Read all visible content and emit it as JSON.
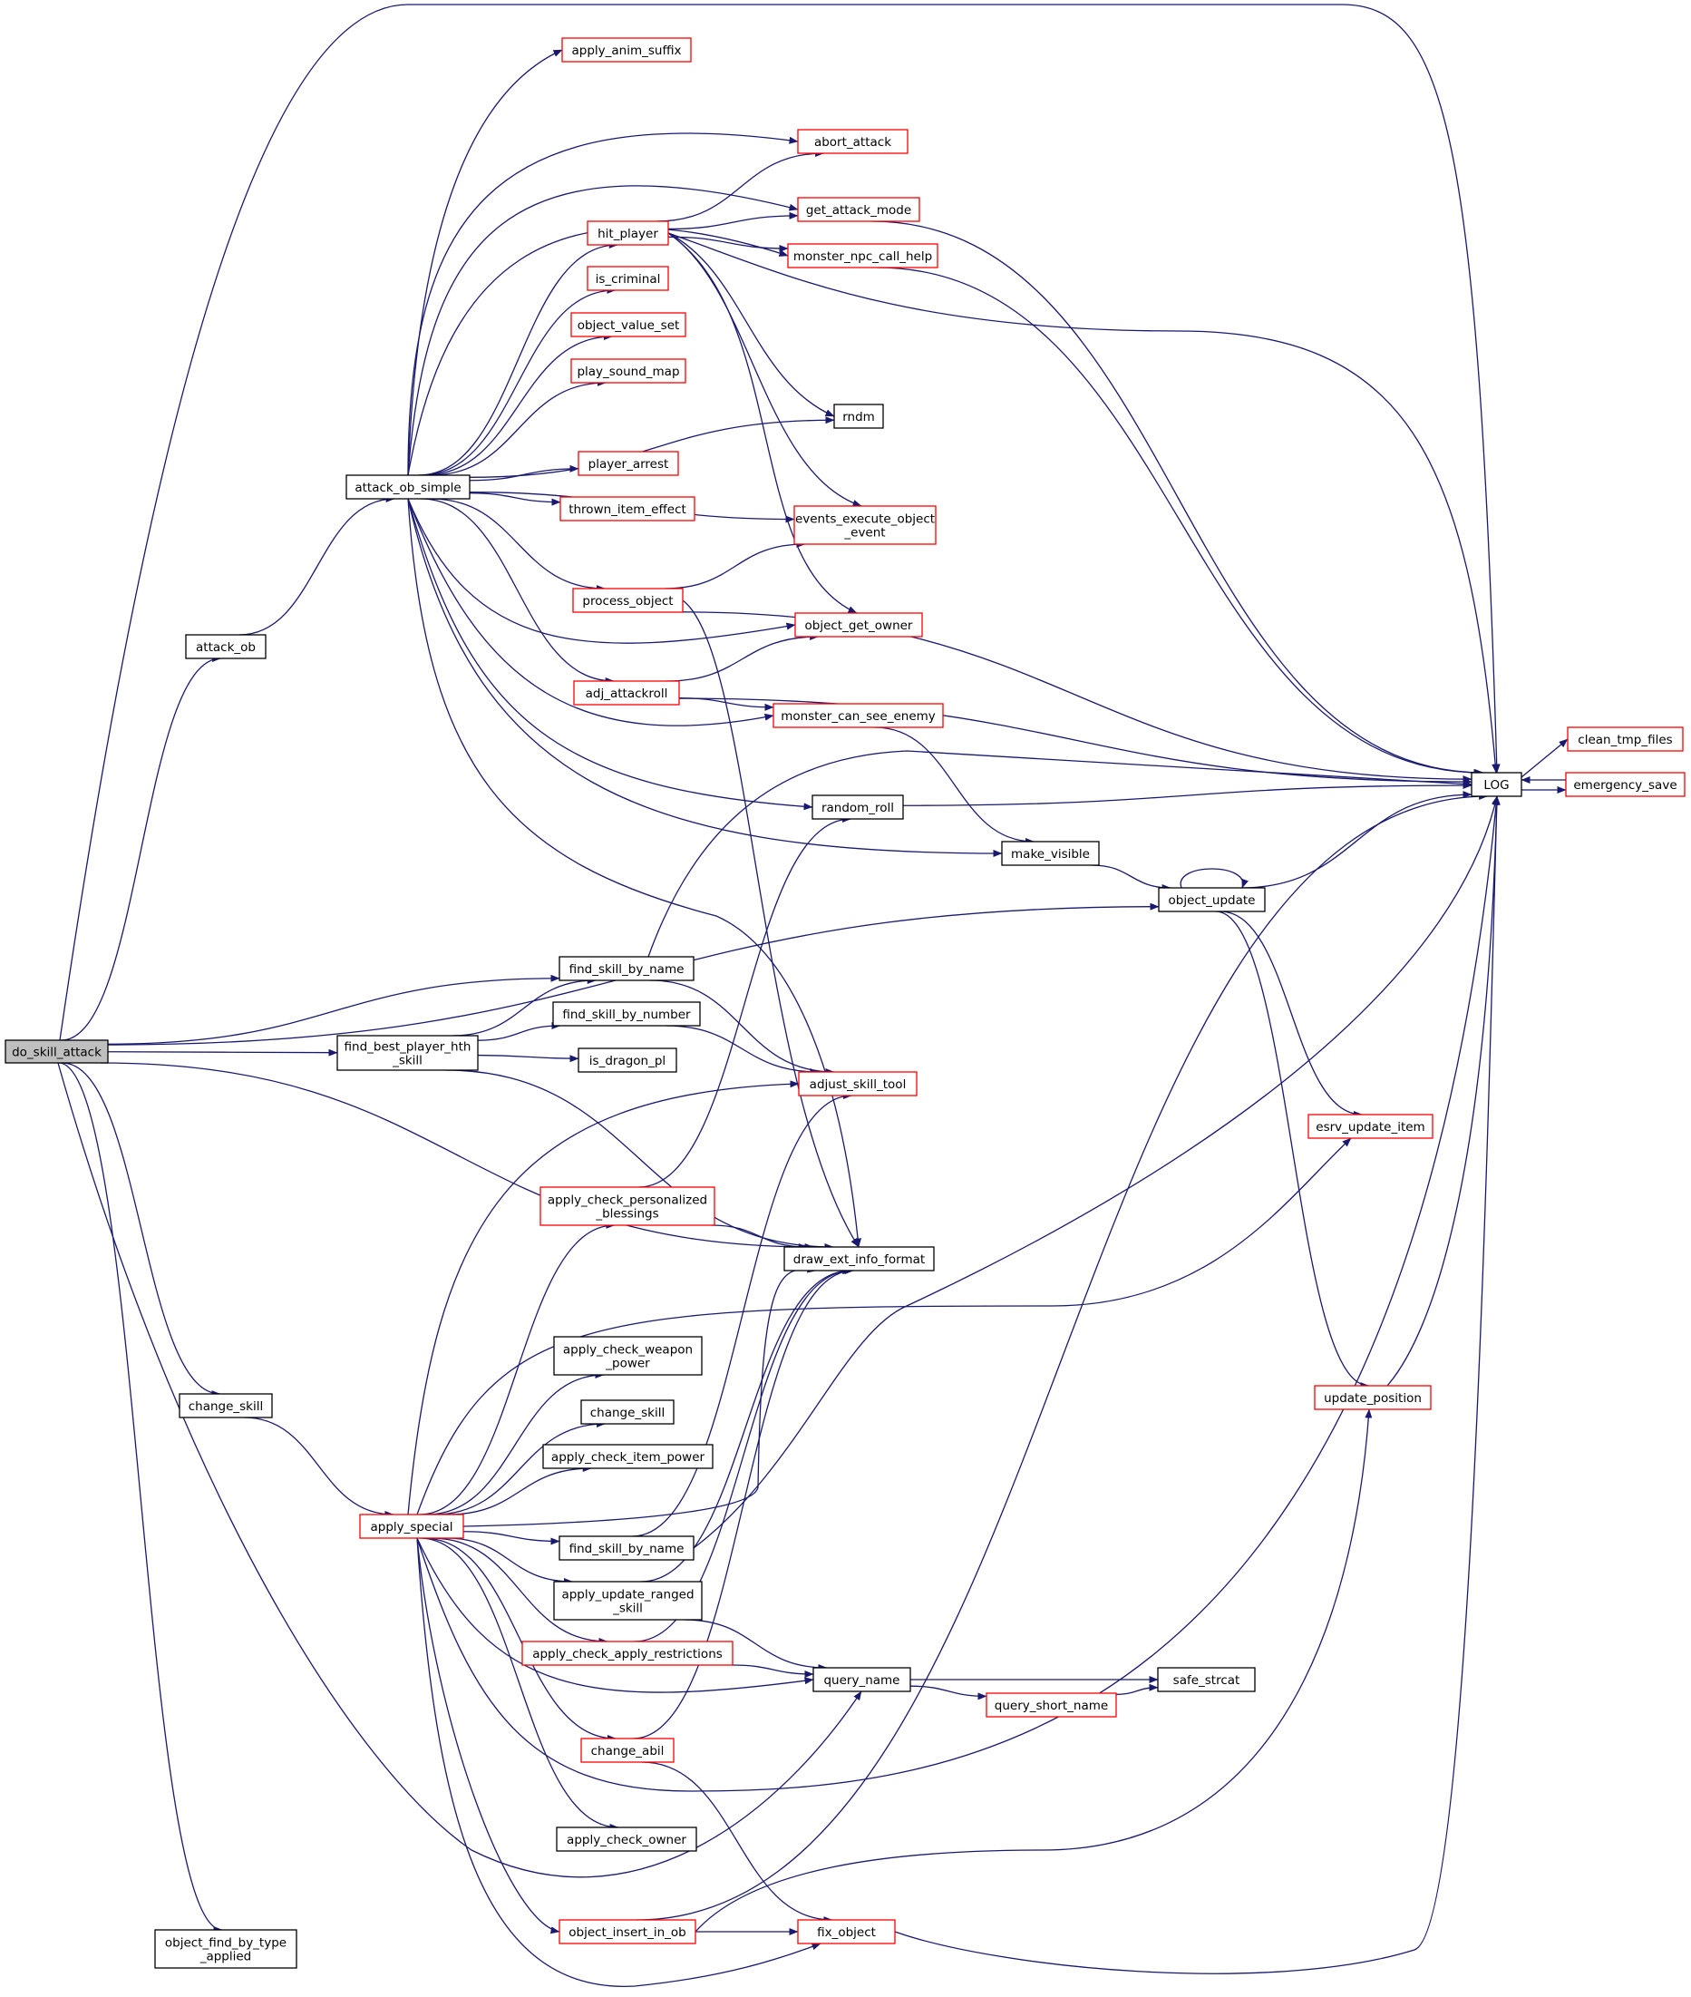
{
  "graph": {
    "root": "do_skill_attack",
    "colors": {
      "edge": "#191970",
      "node_border_documented": "#000000",
      "node_border_undocumented": "#ff0000",
      "root_fill": "#bfbfbf"
    },
    "nodes": [
      {
        "id": "do_skill_attack",
        "lines": [
          "do_skill_attack"
        ],
        "kind": "root"
      },
      {
        "id": "apply_anim_suffix",
        "lines": [
          "apply_anim_suffix"
        ],
        "kind": "red"
      },
      {
        "id": "abort_attack",
        "lines": [
          "abort_attack"
        ],
        "kind": "red"
      },
      {
        "id": "get_attack_mode",
        "lines": [
          "get_attack_mode"
        ],
        "kind": "red"
      },
      {
        "id": "hit_player",
        "lines": [
          "hit_player"
        ],
        "kind": "red"
      },
      {
        "id": "monster_npc_call_help",
        "lines": [
          "monster_npc_call_help"
        ],
        "kind": "red"
      },
      {
        "id": "is_criminal",
        "lines": [
          "is_criminal"
        ],
        "kind": "red"
      },
      {
        "id": "object_value_set",
        "lines": [
          "object_value_set"
        ],
        "kind": "red"
      },
      {
        "id": "play_sound_map",
        "lines": [
          "play_sound_map"
        ],
        "kind": "red"
      },
      {
        "id": "rndm",
        "lines": [
          "rndm"
        ],
        "kind": "black"
      },
      {
        "id": "player_arrest",
        "lines": [
          "player_arrest"
        ],
        "kind": "red"
      },
      {
        "id": "attack_ob_simple",
        "lines": [
          "attack_ob_simple"
        ],
        "kind": "black"
      },
      {
        "id": "thrown_item_effect",
        "lines": [
          "thrown_item_effect"
        ],
        "kind": "red"
      },
      {
        "id": "events_execute_object_event",
        "lines": [
          "events_execute_object",
          "_event"
        ],
        "kind": "red"
      },
      {
        "id": "process_object",
        "lines": [
          "process_object"
        ],
        "kind": "red"
      },
      {
        "id": "object_get_owner",
        "lines": [
          "object_get_owner"
        ],
        "kind": "red"
      },
      {
        "id": "attack_ob",
        "lines": [
          "attack_ob"
        ],
        "kind": "black"
      },
      {
        "id": "adj_attackroll",
        "lines": [
          "adj_attackroll"
        ],
        "kind": "red"
      },
      {
        "id": "monster_can_see_enemy",
        "lines": [
          "monster_can_see_enemy"
        ],
        "kind": "red"
      },
      {
        "id": "clean_tmp_files",
        "lines": [
          "clean_tmp_files"
        ],
        "kind": "red"
      },
      {
        "id": "LOG",
        "lines": [
          "LOG"
        ],
        "kind": "black"
      },
      {
        "id": "emergency_save",
        "lines": [
          "emergency_save"
        ],
        "kind": "red"
      },
      {
        "id": "random_roll",
        "lines": [
          "random_roll"
        ],
        "kind": "black"
      },
      {
        "id": "make_visible",
        "lines": [
          "make_visible"
        ],
        "kind": "black"
      },
      {
        "id": "object_update",
        "lines": [
          "object_update"
        ],
        "kind": "black"
      },
      {
        "id": "find_skill_by_name_1",
        "lines": [
          "find_skill_by_name"
        ],
        "kind": "black"
      },
      {
        "id": "find_skill_by_number",
        "lines": [
          "find_skill_by_number"
        ],
        "kind": "black"
      },
      {
        "id": "find_best_player_hth_skill",
        "lines": [
          "find_best_player_hth",
          "_skill"
        ],
        "kind": "black"
      },
      {
        "id": "is_dragon_pl",
        "lines": [
          "is_dragon_pl"
        ],
        "kind": "black"
      },
      {
        "id": "adjust_skill_tool",
        "lines": [
          "adjust_skill_tool"
        ],
        "kind": "red"
      },
      {
        "id": "esrv_update_item",
        "lines": [
          "esrv_update_item"
        ],
        "kind": "red"
      },
      {
        "id": "apply_check_personalized_blessings",
        "lines": [
          "apply_check_personalized",
          "_blessings"
        ],
        "kind": "red"
      },
      {
        "id": "draw_ext_info_format",
        "lines": [
          "draw_ext_info_format"
        ],
        "kind": "black"
      },
      {
        "id": "apply_check_weapon_power",
        "lines": [
          "apply_check_weapon",
          "_power"
        ],
        "kind": "black"
      },
      {
        "id": "change_skill_outer",
        "lines": [
          "change_skill"
        ],
        "kind": "black"
      },
      {
        "id": "change_skill_inner",
        "lines": [
          "change_skill"
        ],
        "kind": "black"
      },
      {
        "id": "update_position",
        "lines": [
          "update_position"
        ],
        "kind": "red"
      },
      {
        "id": "apply_check_item_power",
        "lines": [
          "apply_check_item_power"
        ],
        "kind": "black"
      },
      {
        "id": "apply_special",
        "lines": [
          "apply_special"
        ],
        "kind": "red"
      },
      {
        "id": "find_skill_by_name_2",
        "lines": [
          "find_skill_by_name"
        ],
        "kind": "black"
      },
      {
        "id": "apply_update_ranged_skill",
        "lines": [
          "apply_update_ranged",
          "_skill"
        ],
        "kind": "black"
      },
      {
        "id": "apply_check_apply_restrictions",
        "lines": [
          "apply_check_apply_restrictions"
        ],
        "kind": "red"
      },
      {
        "id": "query_name",
        "lines": [
          "query_name"
        ],
        "kind": "black"
      },
      {
        "id": "safe_strcat",
        "lines": [
          "safe_strcat"
        ],
        "kind": "black"
      },
      {
        "id": "query_short_name",
        "lines": [
          "query_short_name"
        ],
        "kind": "red"
      },
      {
        "id": "change_abil",
        "lines": [
          "change_abil"
        ],
        "kind": "red"
      },
      {
        "id": "apply_check_owner",
        "lines": [
          "apply_check_owner"
        ],
        "kind": "black"
      },
      {
        "id": "object_insert_in_ob",
        "lines": [
          "object_insert_in_ob"
        ],
        "kind": "red"
      },
      {
        "id": "fix_object",
        "lines": [
          "fix_object"
        ],
        "kind": "red"
      },
      {
        "id": "object_find_by_type_applied",
        "lines": [
          "object_find_by_type",
          "_applied"
        ],
        "kind": "black"
      }
    ],
    "edges": [
      [
        "do_skill_attack",
        "LOG"
      ],
      [
        "do_skill_attack",
        "attack_ob"
      ],
      [
        "do_skill_attack",
        "object_update"
      ],
      [
        "do_skill_attack",
        "find_skill_by_name_1"
      ],
      [
        "do_skill_attack",
        "find_best_player_hth_skill"
      ],
      [
        "do_skill_attack",
        "draw_ext_info_format"
      ],
      [
        "do_skill_attack",
        "change_skill_outer"
      ],
      [
        "do_skill_attack",
        "query_name"
      ],
      [
        "do_skill_attack",
        "object_find_by_type_applied"
      ],
      [
        "attack_ob",
        "attack_ob_simple"
      ],
      [
        "attack_ob_simple",
        "apply_anim_suffix"
      ],
      [
        "attack_ob_simple",
        "abort_attack"
      ],
      [
        "attack_ob_simple",
        "get_attack_mode"
      ],
      [
        "attack_ob_simple",
        "monster_npc_call_help"
      ],
      [
        "attack_ob_simple",
        "hit_player"
      ],
      [
        "attack_ob_simple",
        "is_criminal"
      ],
      [
        "attack_ob_simple",
        "object_value_set"
      ],
      [
        "attack_ob_simple",
        "play_sound_map"
      ],
      [
        "attack_ob_simple",
        "rndm"
      ],
      [
        "attack_ob_simple",
        "player_arrest"
      ],
      [
        "attack_ob_simple",
        "thrown_item_effect"
      ],
      [
        "attack_ob_simple",
        "events_execute_object_event"
      ],
      [
        "attack_ob_simple",
        "process_object"
      ],
      [
        "attack_ob_simple",
        "object_get_owner"
      ],
      [
        "attack_ob_simple",
        "adj_attackroll"
      ],
      [
        "attack_ob_simple",
        "monster_can_see_enemy"
      ],
      [
        "attack_ob_simple",
        "random_roll"
      ],
      [
        "attack_ob_simple",
        "make_visible"
      ],
      [
        "attack_ob_simple",
        "draw_ext_info_format"
      ],
      [
        "hit_player",
        "abort_attack"
      ],
      [
        "hit_player",
        "get_attack_mode"
      ],
      [
        "hit_player",
        "monster_npc_call_help"
      ],
      [
        "hit_player",
        "LOG"
      ],
      [
        "hit_player",
        "rndm"
      ],
      [
        "hit_player",
        "events_execute_object_event"
      ],
      [
        "hit_player",
        "object_get_owner"
      ],
      [
        "get_attack_mode",
        "LOG"
      ],
      [
        "monster_npc_call_help",
        "LOG"
      ],
      [
        "process_object",
        "events_execute_object_event"
      ],
      [
        "process_object",
        "LOG"
      ],
      [
        "process_object",
        "draw_ext_info_format"
      ],
      [
        "adj_attackroll",
        "object_get_owner"
      ],
      [
        "adj_attackroll",
        "LOG"
      ],
      [
        "adj_attackroll",
        "monster_can_see_enemy"
      ],
      [
        "monster_can_see_enemy",
        "make_visible"
      ],
      [
        "LOG",
        "clean_tmp_files"
      ],
      [
        "LOG",
        "emergency_save"
      ],
      [
        "emergency_save",
        "LOG"
      ],
      [
        "random_roll",
        "LOG"
      ],
      [
        "make_visible",
        "object_update"
      ],
      [
        "object_update",
        "object_update"
      ],
      [
        "object_update",
        "LOG"
      ],
      [
        "object_update",
        "esrv_update_item"
      ],
      [
        "object_update",
        "update_position"
      ],
      [
        "find_skill_by_name_1",
        "LOG"
      ],
      [
        "find_skill_by_name_1",
        "adjust_skill_tool"
      ],
      [
        "find_best_player_hth_skill",
        "find_skill_by_name_1"
      ],
      [
        "find_best_player_hth_skill",
        "find_skill_by_number"
      ],
      [
        "find_best_player_hth_skill",
        "is_dragon_pl"
      ],
      [
        "find_best_player_hth_skill",
        "draw_ext_info_format"
      ],
      [
        "find_skill_by_number",
        "adjust_skill_tool"
      ],
      [
        "change_skill_outer",
        "apply_special"
      ],
      [
        "apply_special",
        "adjust_skill_tool"
      ],
      [
        "apply_special",
        "apply_check_personalized_blessings"
      ],
      [
        "apply_special",
        "esrv_update_item"
      ],
      [
        "apply_special",
        "apply_check_weapon_power"
      ],
      [
        "apply_special",
        "change_skill_inner"
      ],
      [
        "apply_special",
        "apply_check_item_power"
      ],
      [
        "apply_special",
        "draw_ext_info_format"
      ],
      [
        "apply_special",
        "find_skill_by_name_2"
      ],
      [
        "apply_special",
        "apply_update_ranged_skill"
      ],
      [
        "apply_special",
        "apply_check_apply_restrictions"
      ],
      [
        "apply_special",
        "query_name"
      ],
      [
        "apply_special",
        "change_abil"
      ],
      [
        "apply_special",
        "LOG"
      ],
      [
        "apply_special",
        "apply_check_owner"
      ],
      [
        "apply_special",
        "object_insert_in_ob"
      ],
      [
        "apply_special",
        "fix_object"
      ],
      [
        "apply_check_personalized_blessings",
        "random_roll"
      ],
      [
        "apply_check_personalized_blessings",
        "draw_ext_info_format"
      ],
      [
        "find_skill_by_name_2",
        "LOG"
      ],
      [
        "find_skill_by_name_2",
        "adjust_skill_tool"
      ],
      [
        "apply_update_ranged_skill",
        "draw_ext_info_format"
      ],
      [
        "apply_update_ranged_skill",
        "query_name"
      ],
      [
        "apply_check_apply_restrictions",
        "draw_ext_info_format"
      ],
      [
        "apply_check_apply_restrictions",
        "query_name"
      ],
      [
        "query_name",
        "safe_strcat"
      ],
      [
        "query_name",
        "query_short_name"
      ],
      [
        "query_short_name",
        "safe_strcat"
      ],
      [
        "change_abil",
        "draw_ext_info_format"
      ],
      [
        "change_abil",
        "fix_object"
      ],
      [
        "object_insert_in_ob",
        "update_position"
      ],
      [
        "object_insert_in_ob",
        "LOG"
      ],
      [
        "object_insert_in_ob",
        "fix_object"
      ],
      [
        "fix_object",
        "LOG"
      ],
      [
        "update_position",
        "LOG"
      ]
    ]
  }
}
